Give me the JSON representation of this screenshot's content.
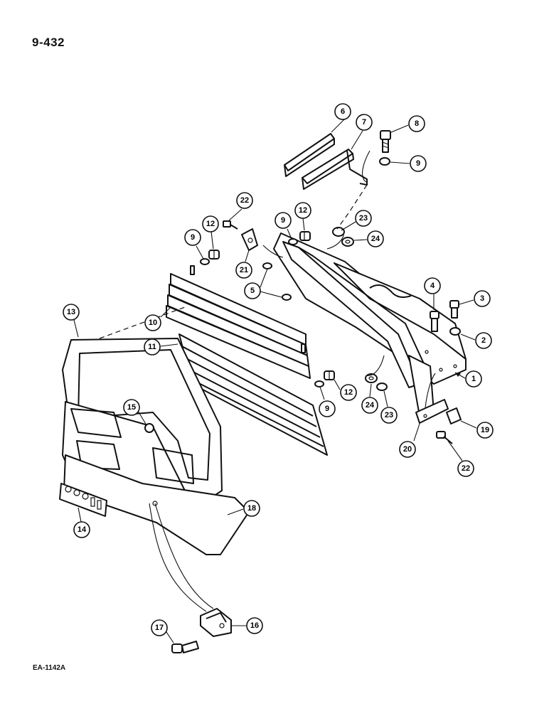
{
  "page_number": "9-432",
  "figure_code": "EA-1142A",
  "callouts": [
    "1",
    "2",
    "3",
    "4",
    "5",
    "6",
    "7",
    "8",
    "9",
    "9",
    "9",
    "9",
    "10",
    "11",
    "12",
    "12",
    "12",
    "13",
    "14",
    "15",
    "16",
    "17",
    "18",
    "19",
    "20",
    "21",
    "22",
    "22",
    "23",
    "23",
    "24",
    "24"
  ]
}
